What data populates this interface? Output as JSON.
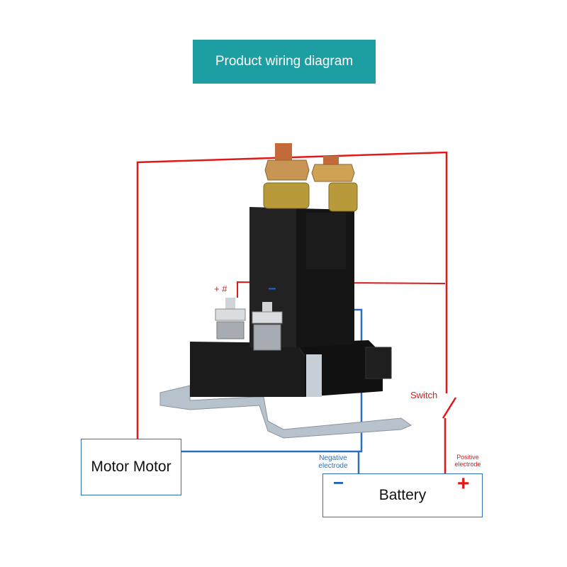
{
  "title": "Product wiring diagram",
  "components": {
    "motor_label": "Motor Motor",
    "battery_label": "Battery",
    "switch_label": "Switch",
    "negative_label_line1": "Negative",
    "negative_label_line2": "electrode",
    "positive_label_line1": "Positive",
    "positive_label_line2": "electrode",
    "battery_negative_sign": "−",
    "battery_positive_sign": "+",
    "coil_positive_label": "+ #",
    "coil_negative_label": "−"
  },
  "colors": {
    "banner": "#1d9ea3",
    "positive_wire": "#e01a1a",
    "negative_wire": "#2f6fb7",
    "box_border": "#2f6fb7"
  }
}
